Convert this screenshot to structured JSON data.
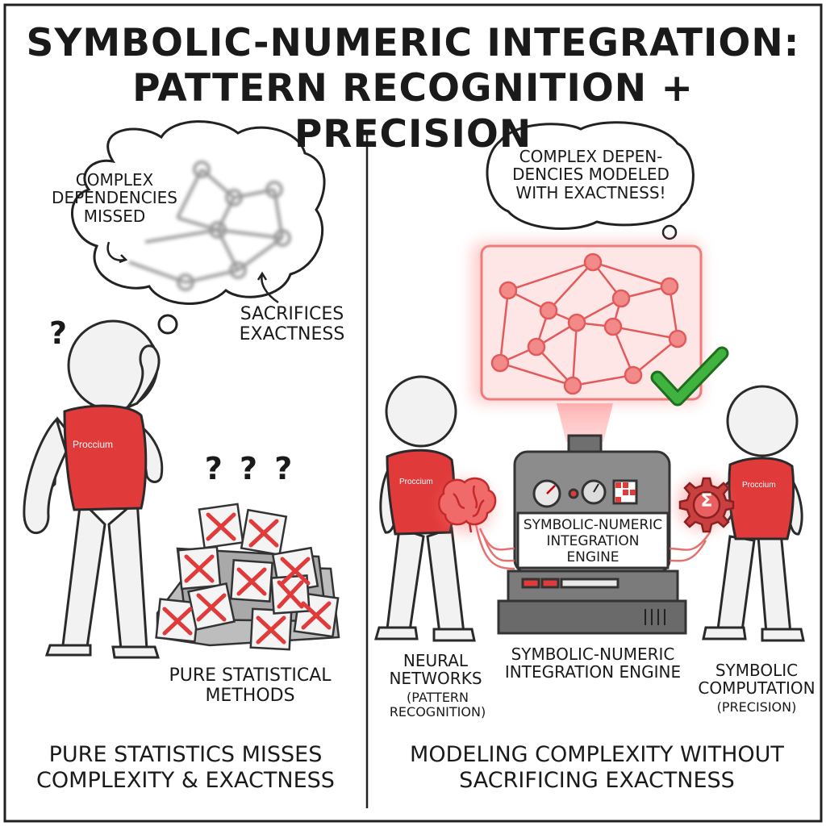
{
  "title": {
    "line1": "SYMBOLIC-NUMERIC INTEGRATION:",
    "line2": "PATTERN RECOGNITION + PRECISION"
  },
  "left_panel": {
    "thought_label_1": "COMPLEX DEPENDENCIES MISSED",
    "thought_label_2": "SACRIFICES EXACTNESS",
    "question_mark": "?",
    "figure_jersey": "Proccium",
    "pile_question_marks": "? ? ?",
    "pile_label": "PURE STATISTICAL METHODS",
    "caption": "PURE STATISTICS MISSES COMPLEXITY & EXACTNESS"
  },
  "right_panel": {
    "speech_bubble": "COMPLEX DEPEN- DENCIES MODELED WITH EXACTNESS!",
    "machine_screen_label": "SYMBOLIC-NUMERIC INTEGRATION ENGINE",
    "left_figure_jersey": "Proccium",
    "right_figure_jersey": "Proccium",
    "left_figure_label": "NEURAL NETWORKS",
    "left_figure_sublabel": "(PATTERN RECOGNITION)",
    "center_label": "SYMBOLIC-NUMERIC INTEGRATION ENGINE",
    "right_figure_label": "SYMBOLIC COMPUTATION",
    "right_figure_sublabel": "(PRECISION)",
    "gear_symbol": "Σ",
    "caption": "MODELING COMPLEXITY WITHOUT SACRIFICING EXACTNESS"
  },
  "colors": {
    "accent_red": "#e03a3a",
    "check_green": "#3fb23f",
    "machine_gray": "#8c8c8c",
    "figure_white": "#f2f2f2"
  }
}
